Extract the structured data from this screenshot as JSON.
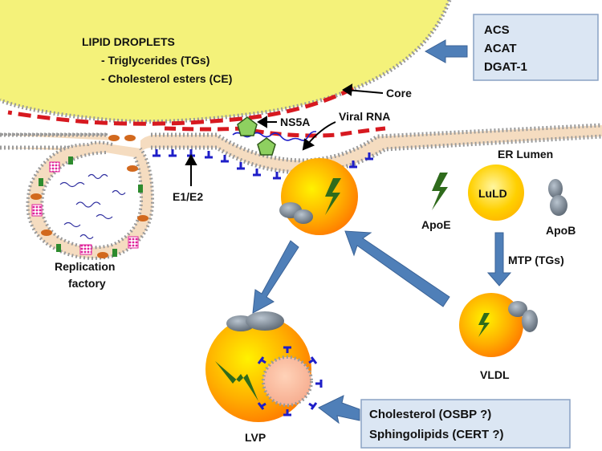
{
  "lipid_droplets": {
    "title": "LIPID DROPLETS",
    "items": [
      "- Triglycerides (TGs)",
      "- Cholesterol esters (CE)"
    ]
  },
  "enzymes_box": {
    "lines": [
      "ACS",
      "ACAT",
      "DGAT-1"
    ]
  },
  "labels": {
    "core": "Core",
    "ns5a": "NS5A",
    "viral_rna": "Viral RNA",
    "er_lumen": "ER Lumen",
    "e1e2": "E1/E2",
    "replication_line1": "Replication",
    "replication_line2": "factory",
    "apoe": "ApoE",
    "apob": "ApoB",
    "luld": "LuLD",
    "mtp": "MTP (TGs)",
    "vldl": "VLDL",
    "lvp": "LVP"
  },
  "bottom_box": {
    "lines": [
      "Cholesterol (OSBP ?)",
      "Sphingolipids (CERT ?)"
    ]
  },
  "colors": {
    "droplet": "#f4f27a",
    "membrane": "#f5dcc0",
    "membrane_dots": "#9a9a9a",
    "core_dash": "#d71920",
    "arrow": "#4f7fb8",
    "box_fill": "#dbe6f3",
    "glycoprotein": "#1e1ec8",
    "ns5a": "#8ed060",
    "apoe": "#2f6b1c",
    "apob": "#7f8c99"
  }
}
